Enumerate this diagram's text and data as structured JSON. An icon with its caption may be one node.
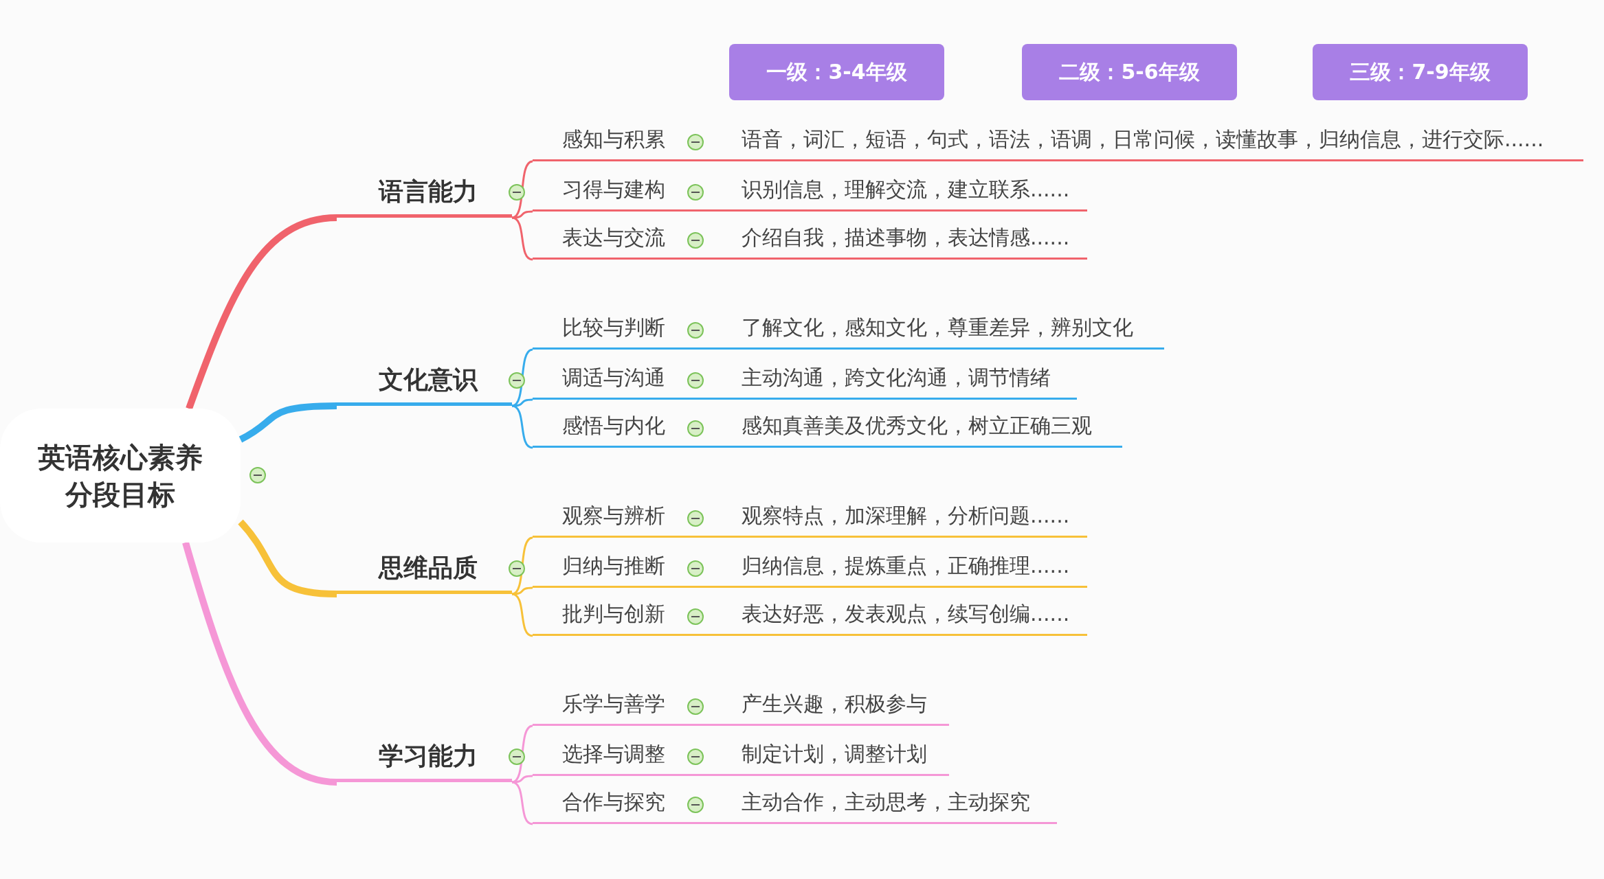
{
  "diagram": {
    "nodes": [
      {
        "text": [
          "一级：3-4年级"
        ]
      },
      {
        "text": [
          "二级：5-6年级"
        ]
      },
      {
        "text": [
          "三级：7-9年级"
        ]
      },
      {
        "text": [
          "英语核心素养分段目标"
        ]
      },
      {
        "text": [
          "语言能力"
        ]
      },
      {
        "text": [
          "文化意识"
        ]
      },
      {
        "text": [
          "思维品质"
        ]
      },
      {
        "text": [
          "学习能力"
        ]
      },
      {
        "text": [
          "感知与积累"
        ]
      },
      {
        "text": [
          "习得与建构"
        ]
      },
      {
        "text": [
          "表达与交流"
        ]
      },
      {
        "text": [
          "比较与判断"
        ]
      },
      {
        "text": [
          "调适与沟通"
        ]
      },
      {
        "text": [
          "感悟与内化"
        ]
      },
      {
        "text": [
          "观察与辨析"
        ]
      },
      {
        "text": [
          "归纳与推断"
        ]
      },
      {
        "text": [
          "批判与创新"
        ]
      },
      {
        "text": [
          "乐学与善学"
        ]
      },
      {
        "text": [
          "选择与调整"
        ]
      },
      {
        "text": [
          "合作与探究"
        ]
      },
      {
        "text": [
          "语音，词汇，短语，句式，语法，语调，日常问候，读懂故事，归纳信息，进行交际......"
        ]
      },
      {
        "text": [
          "识别信息，理解交流，建立联系......"
        ]
      },
      {
        "text": [
          "介绍自我，描述事物，表达情感......"
        ]
      },
      {
        "text": [
          "了解文化，感知文化，尊重差异，辨别文化"
        ]
      },
      {
        "text": [
          "主动沟通，跨文化沟通，调节情绪"
        ]
      },
      {
        "text": [
          "感知真善美及优秀文化，树立正确三观"
        ]
      },
      {
        "text": [
          "观察特点，加深理解，分析问题......"
        ]
      },
      {
        "text": [
          "归纳信息，提炼重点，正确推理......"
        ]
      },
      {
        "text": [
          "表达好恶，发表观点，续写创编......"
        ]
      },
      {
        "text": [
          "产生兴趣，积极参与"
        ]
      },
      {
        "text": [
          "制定计划，调整计划"
        ]
      },
      {
        "text": [
          "主动合作，主动思考，主动探究"
        ]
      }
    ],
    "edges": [
      {
        "from": 3,
        "to": 4,
        "arrow": "none",
        "style": "thick",
        "color": "#f0636c"
      },
      {
        "from": 3,
        "to": 5,
        "arrow": "none",
        "style": "thick",
        "color": "#37acec"
      },
      {
        "from": 3,
        "to": 6,
        "arrow": "none",
        "style": "thick",
        "color": "#f7c139"
      },
      {
        "from": 3,
        "to": 7,
        "arrow": "none",
        "style": "thick",
        "color": "#f597d6"
      },
      {
        "from": 4,
        "to": 8,
        "arrow": "none",
        "color": "#f0636c"
      },
      {
        "from": 4,
        "to": 9,
        "arrow": "none",
        "color": "#f0636c"
      },
      {
        "from": 4,
        "to": 10,
        "arrow": "none",
        "color": "#f0636c"
      },
      {
        "from": 5,
        "to": 11,
        "arrow": "none",
        "color": "#37acec"
      },
      {
        "from": 5,
        "to": 12,
        "arrow": "none",
        "color": "#37acec"
      },
      {
        "from": 5,
        "to": 13,
        "arrow": "none",
        "color": "#37acec"
      },
      {
        "from": 6,
        "to": 14,
        "arrow": "none",
        "color": "#f7c139"
      },
      {
        "from": 6,
        "to": 15,
        "arrow": "none",
        "color": "#f7c139"
      },
      {
        "from": 6,
        "to": 16,
        "arrow": "none",
        "color": "#f7c139"
      },
      {
        "from": 7,
        "to": 17,
        "arrow": "none",
        "color": "#f597d6"
      },
      {
        "from": 7,
        "to": 18,
        "arrow": "none",
        "color": "#f597d6"
      },
      {
        "from": 7,
        "to": 19,
        "arrow": "none",
        "color": "#f597d6"
      },
      {
        "from": 8,
        "to": 20,
        "arrow": "none",
        "color": "#f0636c"
      },
      {
        "from": 9,
        "to": 21,
        "arrow": "none",
        "color": "#f0636c"
      },
      {
        "from": 10,
        "to": 22,
        "arrow": "none",
        "color": "#f0636c"
      },
      {
        "from": 11,
        "to": 23,
        "arrow": "none",
        "color": "#37acec"
      },
      {
        "from": 12,
        "to": 24,
        "arrow": "none",
        "color": "#37acec"
      },
      {
        "from": 13,
        "to": 25,
        "arrow": "none",
        "color": "#37acec"
      },
      {
        "from": 14,
        "to": 26,
        "arrow": "none",
        "color": "#f7c139"
      },
      {
        "from": 15,
        "to": 27,
        "arrow": "none",
        "color": "#f7c139"
      },
      {
        "from": 16,
        "to": 28,
        "arrow": "none",
        "color": "#f7c139"
      },
      {
        "from": 17,
        "to": 29,
        "arrow": "none",
        "color": "#f597d6"
      },
      {
        "from": 18,
        "to": 30,
        "arrow": "none",
        "color": "#f597d6"
      },
      {
        "from": 19,
        "to": 31,
        "arrow": "none",
        "color": "#f597d6"
      }
    ]
  }
}
